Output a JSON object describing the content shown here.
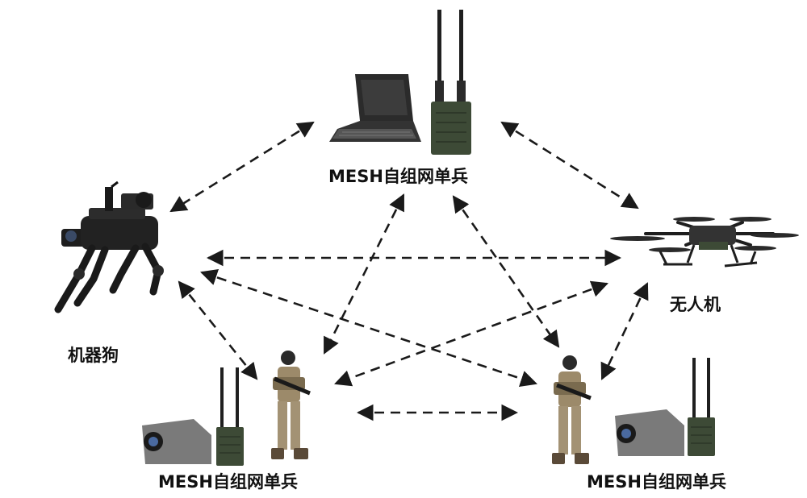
{
  "labels": {
    "top_node": "MESH自组网单兵",
    "drone_node": "无人机",
    "robot_dog_node": "机器狗",
    "soldier_left_node": "MESH自组网单兵",
    "soldier_right_node": "MESH自组网单兵"
  },
  "colors": {
    "arrow": "#1a1a1a",
    "equipment_dark": "#2b2b2b",
    "radio_green": "#3d4a36",
    "camo": "#9c8a6a",
    "camera_body": "#7a7a7a"
  },
  "icons": [
    "laptop-icon",
    "radio-icon",
    "drone-icon",
    "robot-dog-icon",
    "soldier-icon",
    "camera-icon"
  ]
}
